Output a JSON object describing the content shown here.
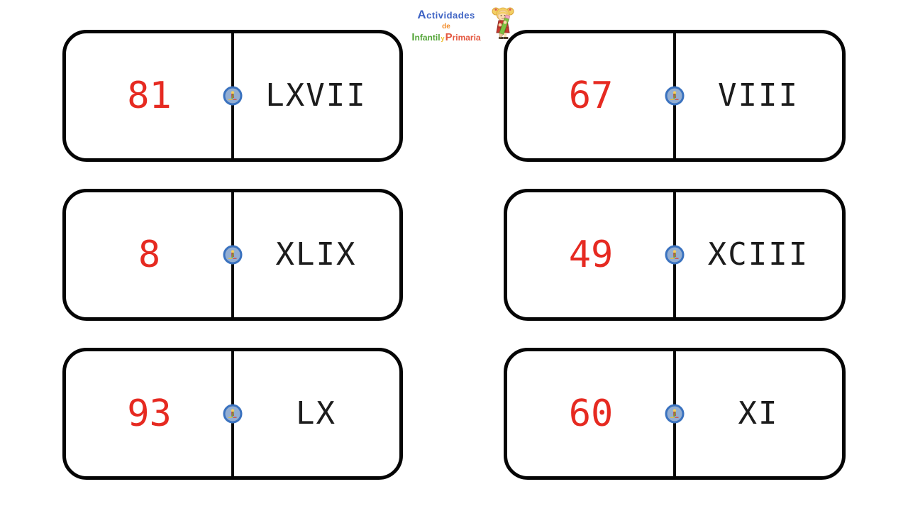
{
  "logo": {
    "line1": "Actividades",
    "line2": "de",
    "line3_word1": "Infantil",
    "line3_word2": "y",
    "line3_word3": "Primaria",
    "mascot_icon": "girl-with-pencil-icon",
    "colors": {
      "line1": "#3e63c4",
      "line2": "#f28c28",
      "infantil": "#55a63a",
      "y": "#eebd2c",
      "primaria": "#e4573f"
    }
  },
  "cards": [
    {
      "arabic": "81",
      "roman": "LXVII"
    },
    {
      "arabic": "67",
      "roman": "VIII"
    },
    {
      "arabic": "8",
      "roman": "XLIX"
    },
    {
      "arabic": "49",
      "roman": "XCIII"
    },
    {
      "arabic": "93",
      "roman": "LX"
    },
    {
      "arabic": "60",
      "roman": "XI"
    }
  ],
  "colors": {
    "arabic_number": "#e62a21",
    "roman_numeral": "#1c1c1c",
    "card_border": "#050505",
    "badge_ring": "#3a72bf",
    "badge_fill": "#93aed2",
    "background": "#ffffff"
  }
}
